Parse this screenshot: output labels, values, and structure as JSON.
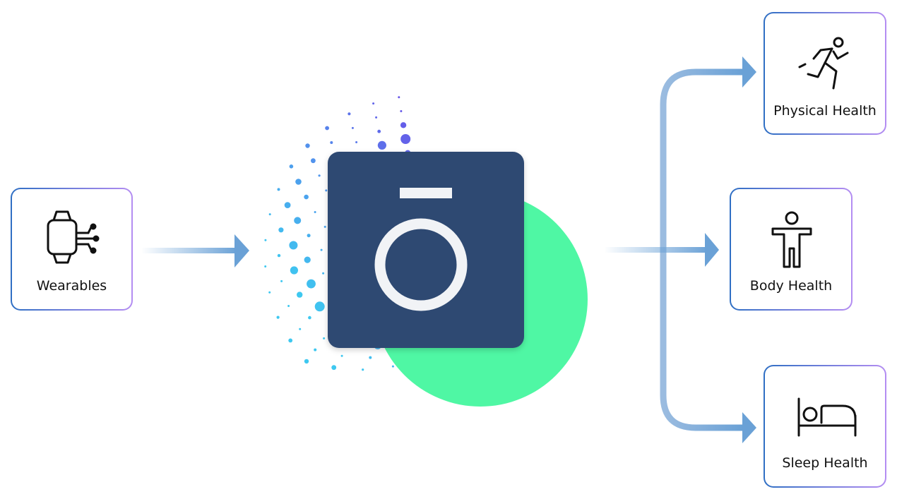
{
  "colors": {
    "card_border_start": "#2f6fc4",
    "card_border_end": "#b48df2",
    "hub_square": "#2e4a72",
    "hub_ring": "#f1f3f6",
    "green_circle": "#4ff7a4",
    "arrow": "#6aa1d6",
    "dots_start": "#3ec8f0",
    "dots_end": "#6a4ee8"
  },
  "input": {
    "label": "Wearables",
    "icon": "smartwatch-data-icon"
  },
  "hub": {
    "icon": "ring-logo-icon"
  },
  "outputs": [
    {
      "label": "Physical Health",
      "icon": "running-person-icon"
    },
    {
      "label": "Body Health",
      "icon": "standing-person-icon"
    },
    {
      "label": "Sleep Health",
      "icon": "bed-icon"
    }
  ]
}
